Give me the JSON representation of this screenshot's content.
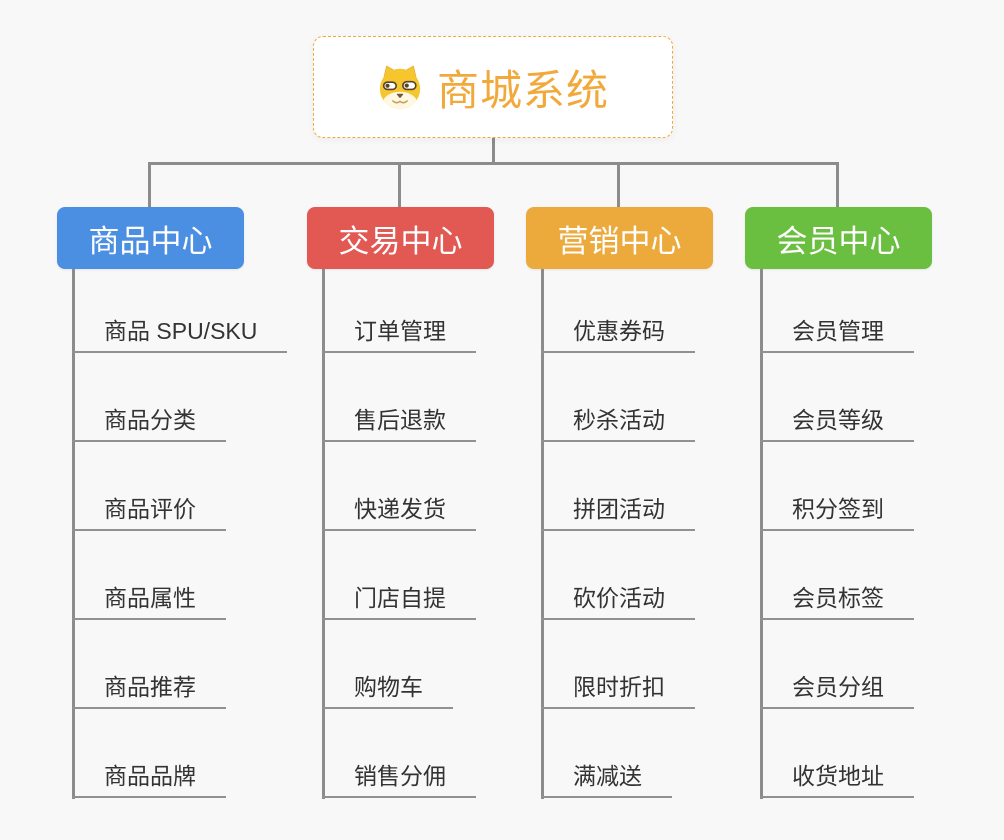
{
  "page": {
    "background": "#f8f8f8",
    "line_color": "#8c8c8c",
    "underline_color": "#919191"
  },
  "root": {
    "title": "商城系统",
    "icon": "doge-face-icon",
    "accent": "#f2a93c",
    "background": "#ffffff"
  },
  "branches": [
    {
      "label": "商品中心",
      "color": "#4b8fe2",
      "items": [
        "商品 SPU/SKU",
        "商品分类",
        "商品评价",
        "商品属性",
        "商品推荐",
        "商品品牌"
      ]
    },
    {
      "label": "交易中心",
      "color": "#e25853",
      "items": [
        "订单管理",
        "售后退款",
        "快递发货",
        "门店自提",
        "购物车",
        "销售分佣"
      ]
    },
    {
      "label": "营销中心",
      "color": "#ecaa3c",
      "items": [
        "优惠券码",
        "秒杀活动",
        "拼团活动",
        "砍价活动",
        "限时折扣",
        "满减送"
      ]
    },
    {
      "label": "会员中心",
      "color": "#6abe40",
      "items": [
        "会员管理",
        "会员等级",
        "积分签到",
        "会员标签",
        "会员分组",
        "收货地址"
      ]
    }
  ]
}
